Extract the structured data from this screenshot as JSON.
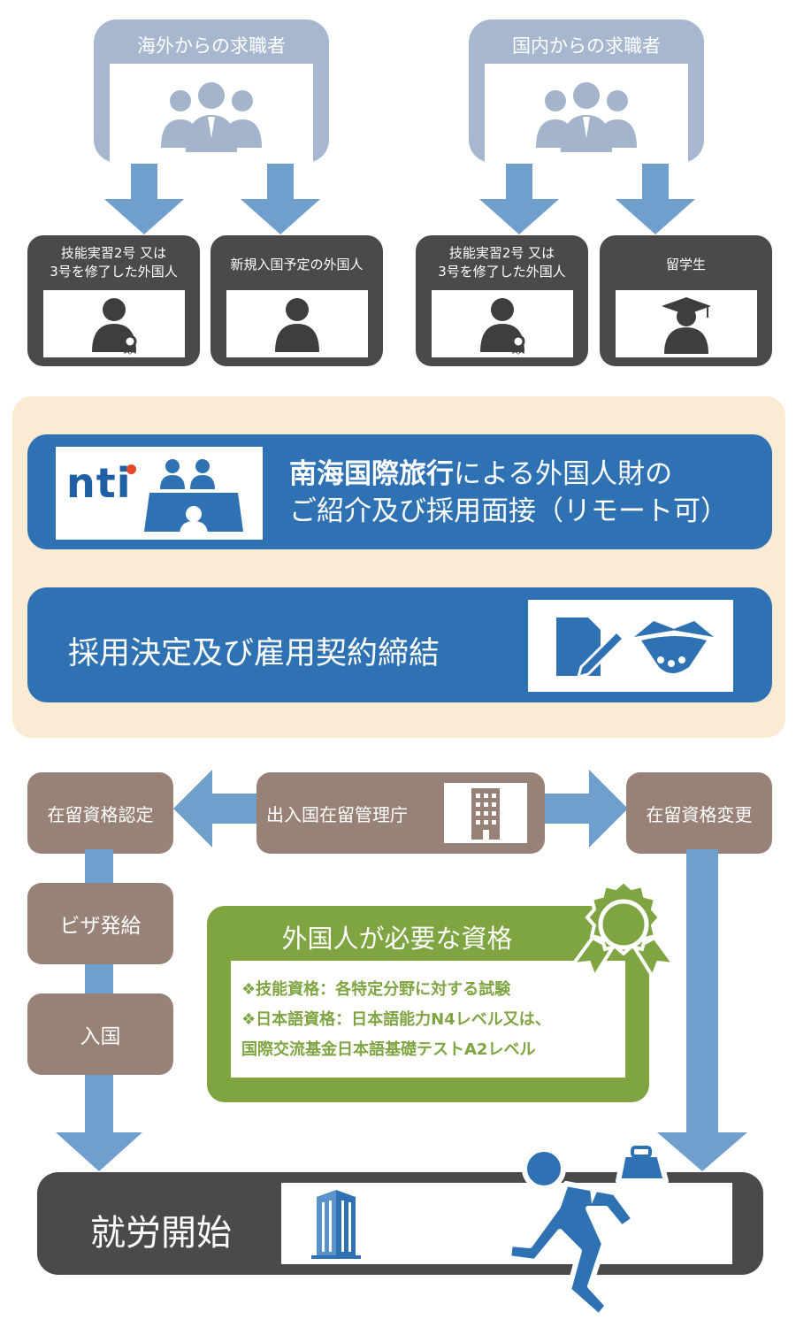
{
  "top": {
    "overseas_label": "海外からの求職者",
    "domestic_label": "国内からの求職者"
  },
  "sub": {
    "trainee_label": "技能実習2号 又は\n3号を修了した外国人",
    "new_entry_label": "新規入国予定の外国人",
    "trainee_label_2": "技能実習2号 又は\n3号を修了した外国人",
    "student_label": "留学生"
  },
  "process": {
    "nti_logo_text": "nti",
    "intro_bold": "南海国際旅行",
    "intro_rest1": "による外国人財の",
    "intro_line2": "ご紹介及び採用面接（リモート可）",
    "decision_label": "採用決定及び雇用契約締結"
  },
  "status": {
    "certify_label": "在留資格認定",
    "agency_label": "出入国在留管理庁",
    "change_label": "在留資格変更",
    "visa_label": "ビザ発給",
    "entry_label": "入国"
  },
  "qualifications": {
    "title": "外国人が必要な資格",
    "item1": "❖技能資格：各特定分野に対する試験",
    "item2": "❖日本語資格：日本語能力N4レベル又は、",
    "item3": "国際交流基金日本語基礎テストA2レベル"
  },
  "bottom": {
    "start_label": "就労開始"
  },
  "colors": {
    "light_blue": "#a6b7cf",
    "arrow_blue": "#6f9fcd",
    "dark": "#4a4a4c",
    "panel_bg": "#fcebd4",
    "blue": "#2f72b3",
    "brown": "#988278",
    "green": "#7ea541"
  }
}
